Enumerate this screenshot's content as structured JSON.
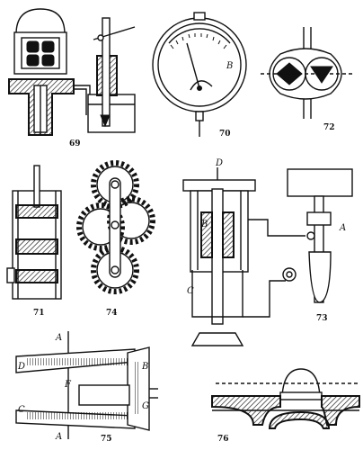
{
  "figures": {
    "fig69": {
      "number": "69"
    },
    "fig70": {
      "number": "70",
      "dial_letter": "B"
    },
    "fig72": {
      "number": "72"
    },
    "fig71": {
      "number": "71"
    },
    "fig74": {
      "number": "74"
    },
    "fig73": {
      "number": "73",
      "label_top": "D",
      "label_b": "B",
      "label_c": "C",
      "label_a": "A"
    },
    "fig75": {
      "number": "75",
      "label_a_top": "A",
      "label_d": "D",
      "label_b": "B",
      "label_f": "F",
      "label_c": "C",
      "label_g": "G",
      "label_a_bottom": "A"
    },
    "fig76": {
      "number": "76"
    }
  }
}
